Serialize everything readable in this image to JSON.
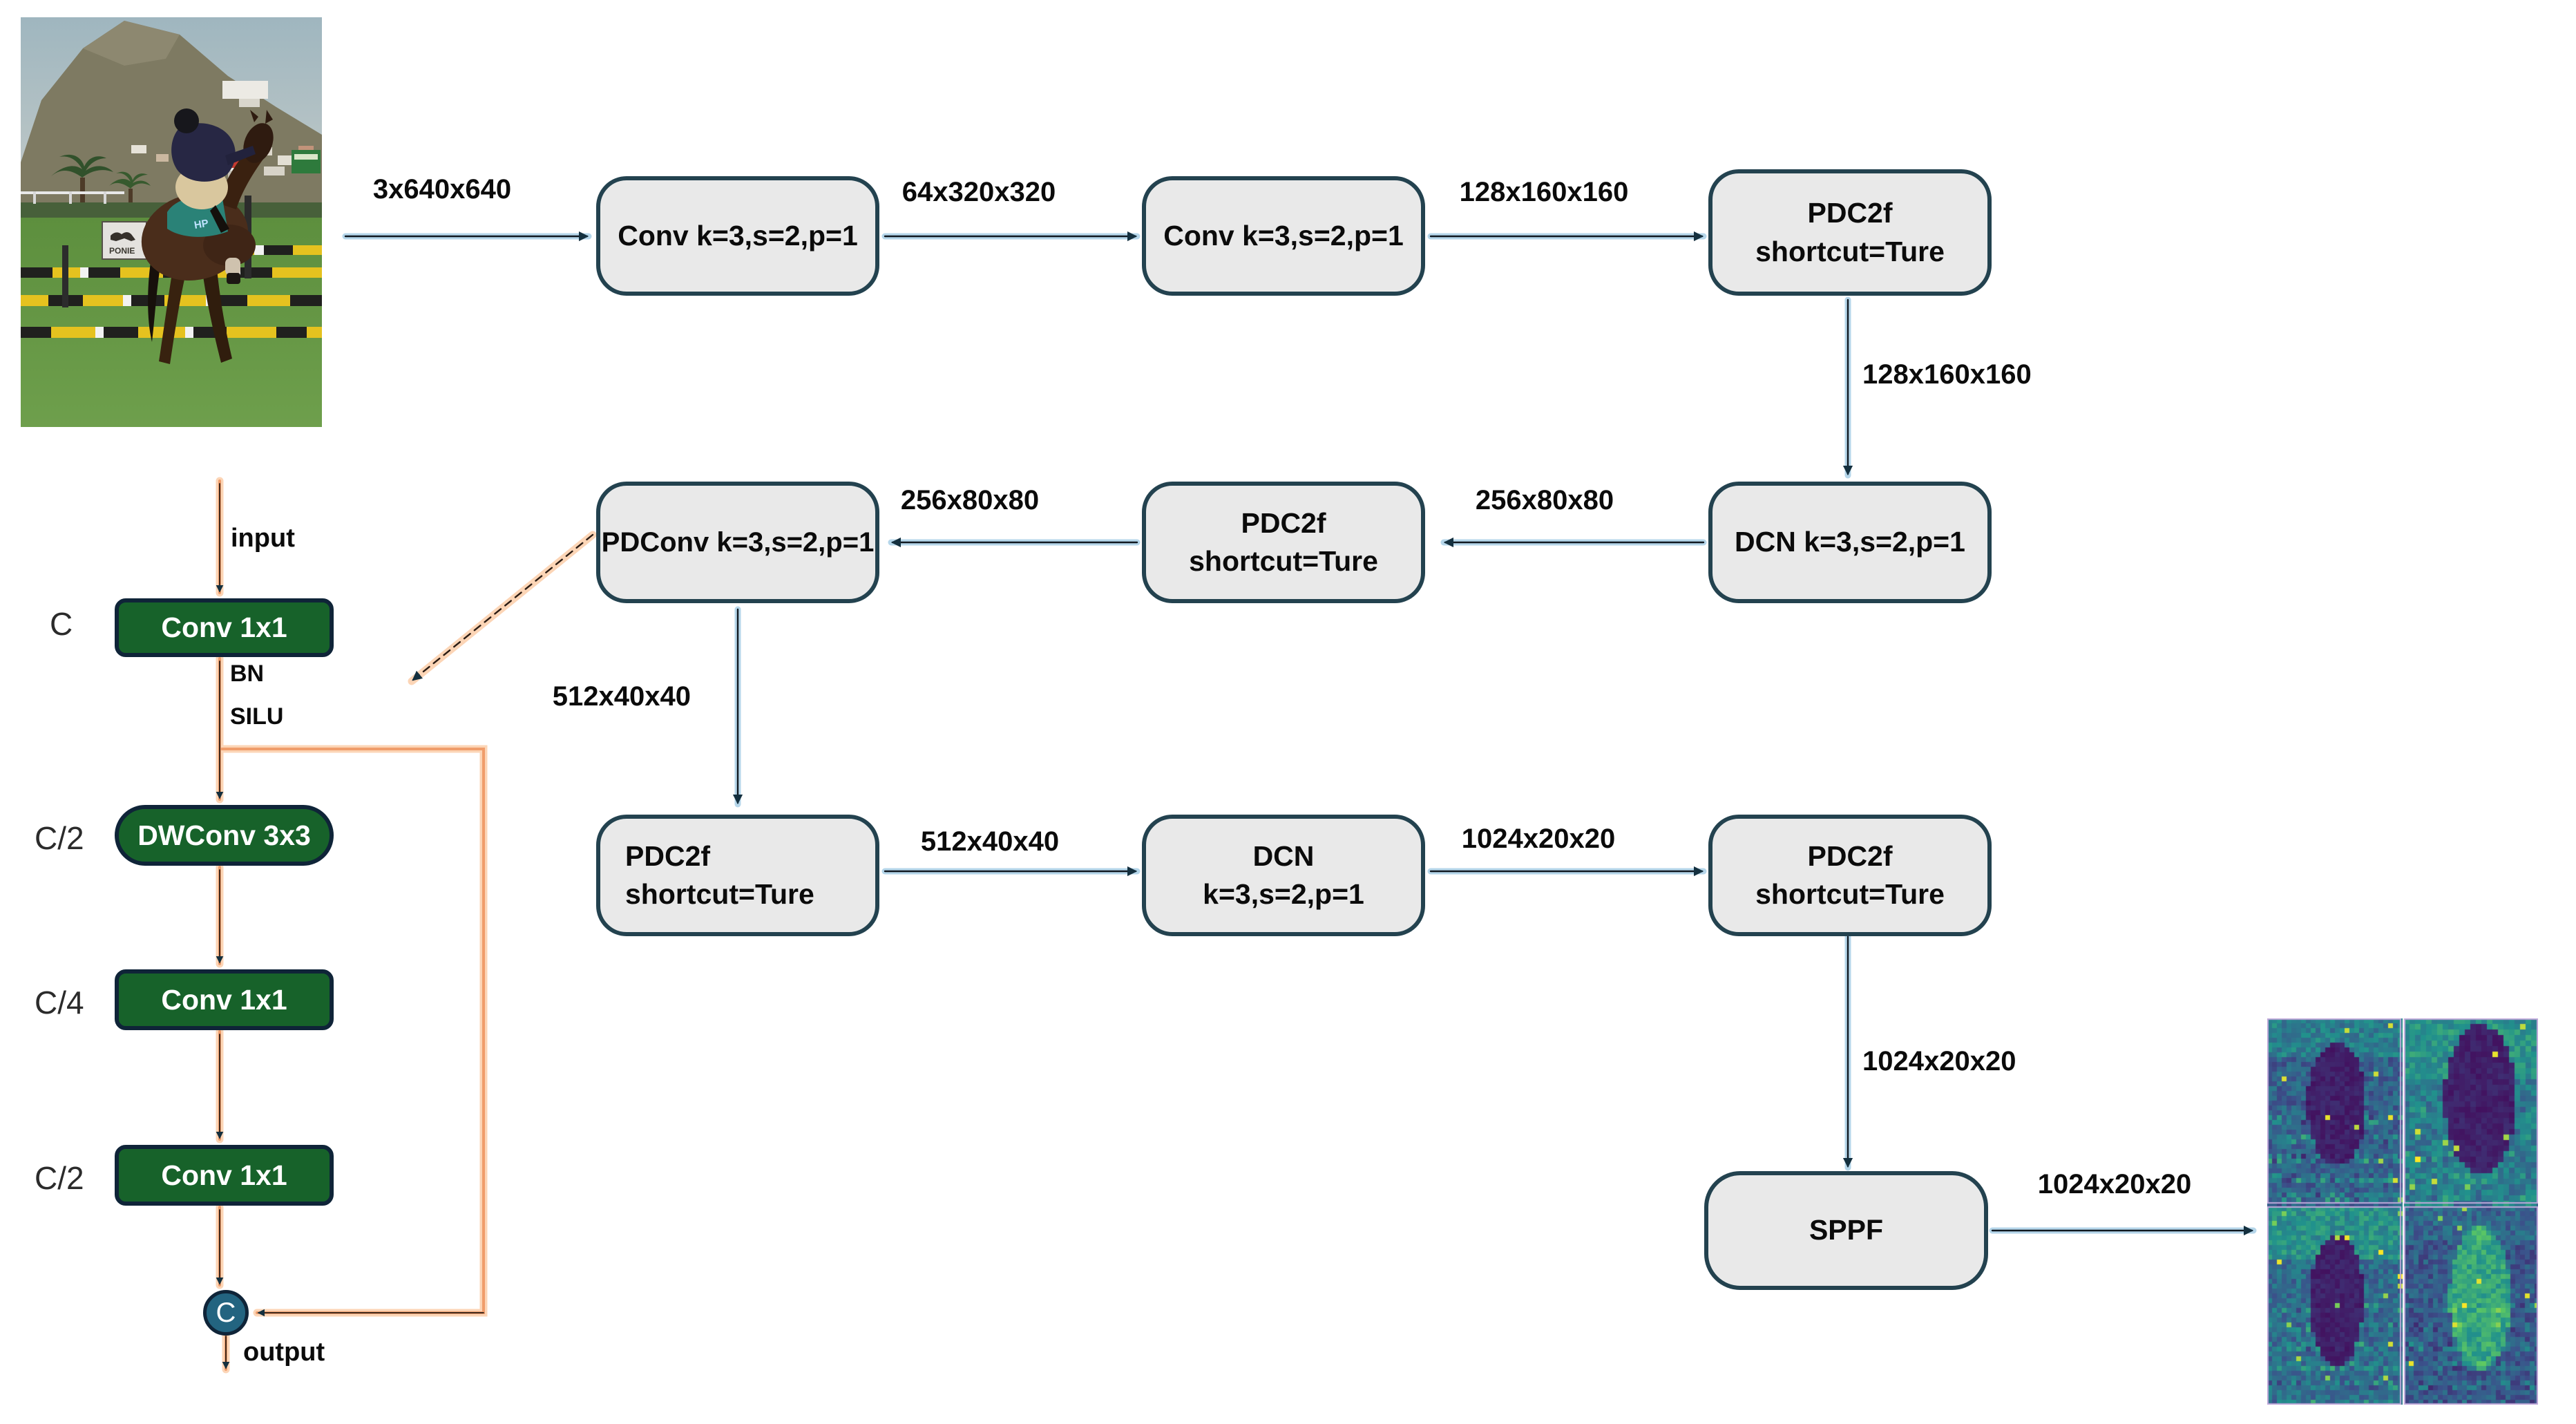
{
  "colors": {
    "box_fill": "#e9e9e9",
    "box_border": "#23424f",
    "green_fill": "#17622a",
    "green_border": "#0f2438",
    "blue_arrow_glow": "#b5d6ea",
    "orange_arrow_core": "#f09d6b",
    "orange_arrow_glow": "#fcd5b6",
    "arrowhead": "#14303f",
    "concat_fill": "#236480",
    "text": "#0b0b0b"
  },
  "flow": {
    "nodes": [
      {
        "id": "conv1",
        "lines": [
          "Conv k=3,s=2,p=1"
        ]
      },
      {
        "id": "conv2",
        "lines": [
          "Conv k=3,s=2,p=1"
        ]
      },
      {
        "id": "pdc2f_a",
        "lines": [
          "PDC2f",
          "shortcut=Ture"
        ]
      },
      {
        "id": "dcn_a",
        "lines": [
          "DCN k=3,s=2,p=1"
        ]
      },
      {
        "id": "pdc2f_b",
        "lines": [
          "PDC2f",
          "shortcut=Ture"
        ]
      },
      {
        "id": "pdconv",
        "lines": [
          "PDConv k=3,s=2,p=1"
        ]
      },
      {
        "id": "pdc2f_c",
        "lines": [
          "PDC2f",
          "shortcut=Ture"
        ]
      },
      {
        "id": "dcn_b",
        "lines": [
          "DCN",
          "k=3,s=2,p=1"
        ]
      },
      {
        "id": "pdc2f_d",
        "lines": [
          "PDC2f",
          "shortcut=Ture"
        ]
      },
      {
        "id": "sppf",
        "lines": [
          "SPPF"
        ]
      }
    ],
    "edge_labels": [
      {
        "text": "3x640x640"
      },
      {
        "text": "64x320x320"
      },
      {
        "text": "128x160x160"
      },
      {
        "text": "128x160x160"
      },
      {
        "text": "256x80x80"
      },
      {
        "text": "256x80x80"
      },
      {
        "text": "512x40x40"
      },
      {
        "text": "512x40x40"
      },
      {
        "text": "1024x20x20"
      },
      {
        "text": "1024x20x20"
      },
      {
        "text": "1024x20x20"
      }
    ]
  },
  "module": {
    "input_label": "input",
    "output_label": "output",
    "bn_label": "BN",
    "silu_label": "SILU",
    "concat_label": "C",
    "channel_labels": [
      {
        "text": "C"
      },
      {
        "text": "C/2"
      },
      {
        "text": "C/4"
      },
      {
        "text": "C/2"
      }
    ],
    "blocks": [
      {
        "label": "Conv 1x1"
      },
      {
        "label": "DWConv 3x3"
      },
      {
        "label": "Conv 1x1"
      },
      {
        "label": "Conv 1x1"
      }
    ]
  },
  "photo": {
    "board_text": "PONIE",
    "saddle_text": "HP"
  }
}
